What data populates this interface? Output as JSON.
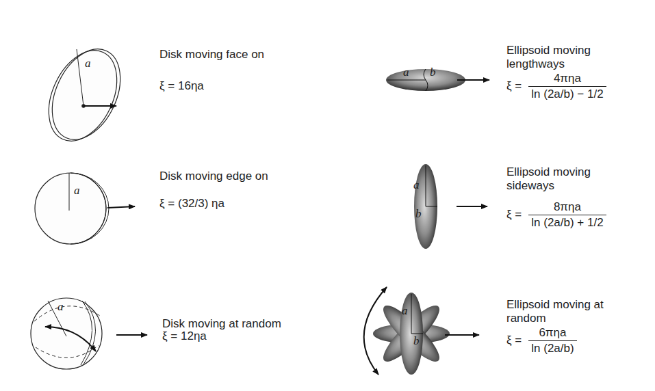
{
  "diagram": {
    "labels": [
      "a",
      "Disk moving face on",
      "ξ = 16ηa",
      "a",
      "b",
      "Ellipsoid moving lengthways",
      "ξ =",
      "4πηa",
      "ln (2a/b) − 1/2",
      "a",
      "Disk moving edge on",
      "ξ = (32/3) ηa",
      "a",
      "b",
      "Ellipsoid moving sideways",
      "ξ =",
      "8πηa",
      "ln (2a/b) + 1/2",
      "a",
      "Disk moving at random",
      "ξ = 12ηa",
      "a",
      "b",
      "Ellipsoid moving at random",
      "ξ =",
      "6πηa",
      "ln (2a/b)"
    ]
  }
}
